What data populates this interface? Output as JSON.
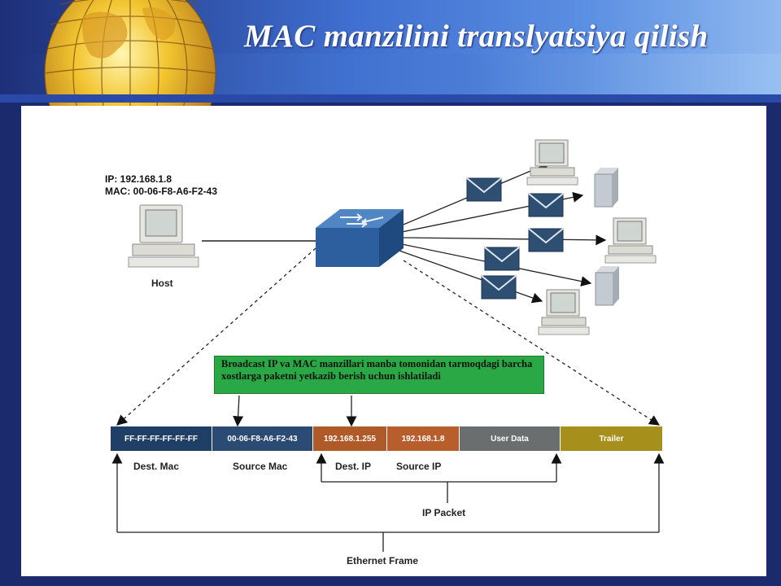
{
  "slide": {
    "title": "MAC manzilini translyatsiya qilish"
  },
  "host": {
    "ip_line": "IP: 192.168.1.8",
    "mac_line": "MAC: 00-06-F8-A6-F2-43",
    "label": "Host"
  },
  "callout": {
    "text": "Broadcast IP va MAC manzillari manba tomonidan tarmoqdagi barcha xostlarga paketni yetkazib berish uchun ishlatiladi",
    "color": "#2aa845"
  },
  "frame": {
    "segments": [
      {
        "text": "FF-FF-FF-FF-FF-FF",
        "color": "#1f3f66"
      },
      {
        "text": "00-06-F8-A6-F2-43",
        "color": "#2b4a74"
      },
      {
        "text": "192.168.1.255",
        "color": "#b05a2a"
      },
      {
        "text": "192.168.1.8",
        "color": "#b85e2c"
      },
      {
        "text": "User Data",
        "color": "#6a6e6e"
      },
      {
        "text": "Trailer",
        "color": "#a68f1a"
      }
    ],
    "labels": {
      "dest_mac": "Dest. Mac",
      "source_mac": "Source Mac",
      "dest_ip": "Dest. IP",
      "source_ip": "Source IP",
      "ip_packet": "IP Packet",
      "ethernet_frame": "Ethernet Frame"
    }
  },
  "icons": {
    "switch": "network-switch-icon",
    "host": "desktop-computer-icon",
    "server": "server-tower-icon",
    "envelope": "envelope-icon",
    "globe": "globe-logo-icon"
  }
}
